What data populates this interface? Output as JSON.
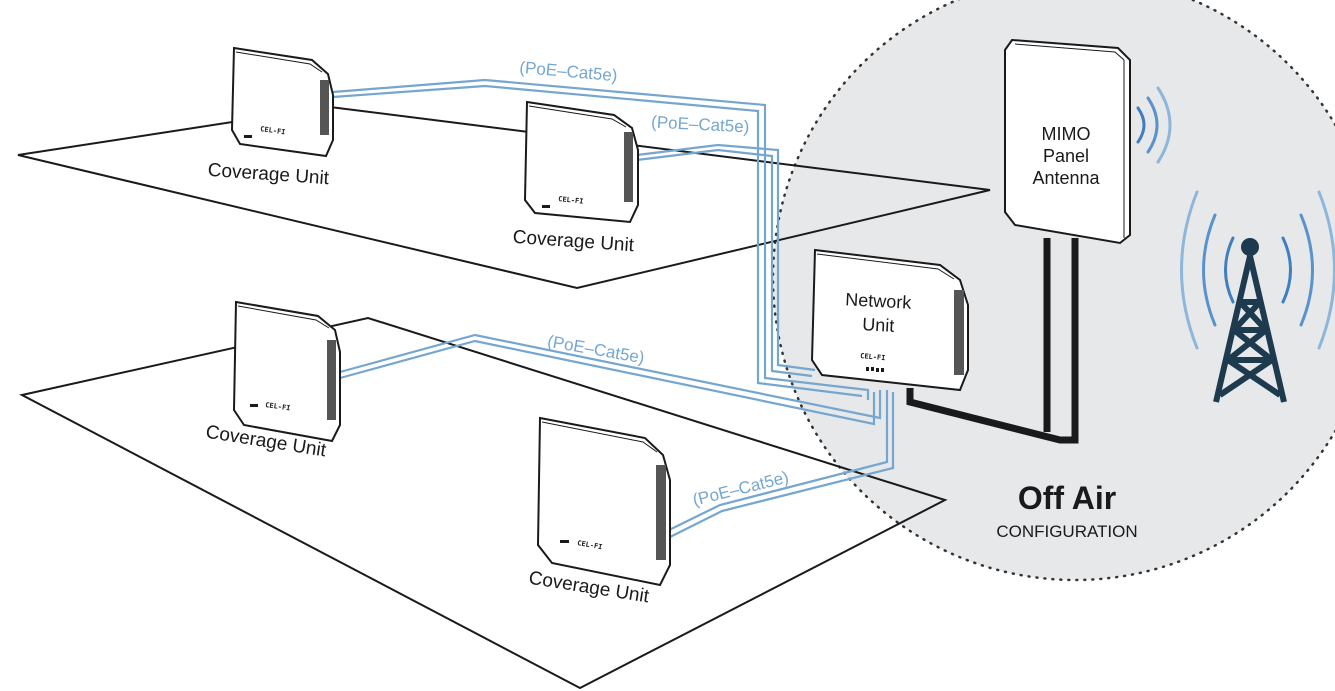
{
  "brand": "CEL-FI",
  "coverage_units": [
    {
      "label": "Coverage Unit"
    },
    {
      "label": "Coverage Unit"
    },
    {
      "label": "Coverage Unit"
    },
    {
      "label": "Coverage Unit"
    }
  ],
  "cables": [
    {
      "label": "(PoE–Cat5e)"
    },
    {
      "label": "(PoE–Cat5e)"
    },
    {
      "label": "(PoE–Cat5e)"
    },
    {
      "label": "(PoE–Cat5e)"
    }
  ],
  "network_unit": {
    "line1": "Network",
    "line2": "Unit"
  },
  "antenna": {
    "line1": "MIMO",
    "line2": "Panel",
    "line3": "Antenna"
  },
  "configuration": {
    "title": "Off Air",
    "subtitle": "CONFIGURATION"
  },
  "colors": {
    "cable": "#74a6cf",
    "signal": "#3f7fc0",
    "tower": "#1e3a4f",
    "circle_fill": "#e7e8e9",
    "outline": "#1a1a1a"
  }
}
